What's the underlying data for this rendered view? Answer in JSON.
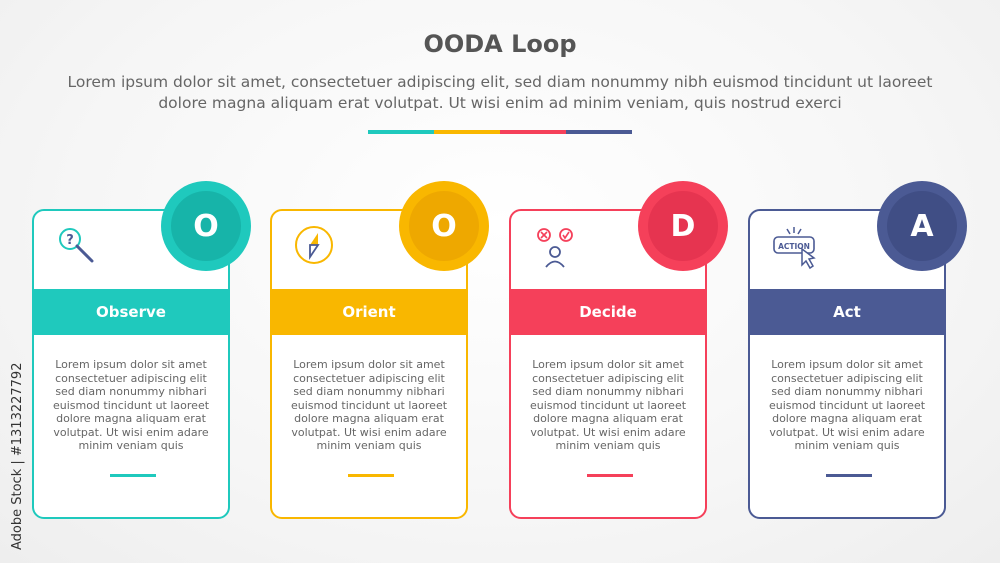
{
  "header": {
    "title": "OODA Loop",
    "subtitle": "Lorem ipsum dolor sit amet, consectetuer adipiscing elit, sed diam nonummy nibh euismod tincidunt ut laoreet dolore magna aliquam erat volutpat. Ut wisi enim ad minim veniam, quis nostrud exerci"
  },
  "colors": {
    "teal": "#1fc9bd",
    "teal_dark": "#17b4a9",
    "orange": "#f9b700",
    "orange_dark": "#eea800",
    "red": "#f5405a",
    "red_dark": "#e63450",
    "navy": "#4b5a94",
    "navy_dark": "#404e85"
  },
  "cards": [
    {
      "letter": "O",
      "label": "Observe",
      "icon": "magnifier-question-icon",
      "text": "Lorem ipsum dolor sit amet consectetuer adipiscing elit sed diam nonummy nibhari euismod tincidunt ut laoreet dolore magna aliquam erat volutpat. Ut wisi enim adare minim veniam quis"
    },
    {
      "letter": "O",
      "label": "Orient",
      "icon": "compass-icon",
      "text": "Lorem ipsum dolor sit amet consectetuer adipiscing elit sed diam nonummy nibhari euismod tincidunt ut laoreet dolore magna aliquam erat volutpat. Ut wisi enim adare minim veniam quis"
    },
    {
      "letter": "D",
      "label": "Decide",
      "icon": "decision-person-icon",
      "text": "Lorem ipsum dolor sit amet consectetuer adipiscing elit sed diam nonummy nibhari euismod tincidunt ut laoreet dolore magna aliquam erat volutpat. Ut wisi enim adare minim veniam quis"
    },
    {
      "letter": "A",
      "label": "Act",
      "icon": "action-button-cursor-icon",
      "icon_text": "ACTION",
      "text": "Lorem ipsum dolor sit amet consectetuer adipiscing elit sed diam nonummy nibhari euismod tincidunt ut laoreet dolore magna aliquam erat volutpat. Ut wisi enim adare minim veniam quis"
    }
  ],
  "credit": "Adobe Stock | #1313227792"
}
